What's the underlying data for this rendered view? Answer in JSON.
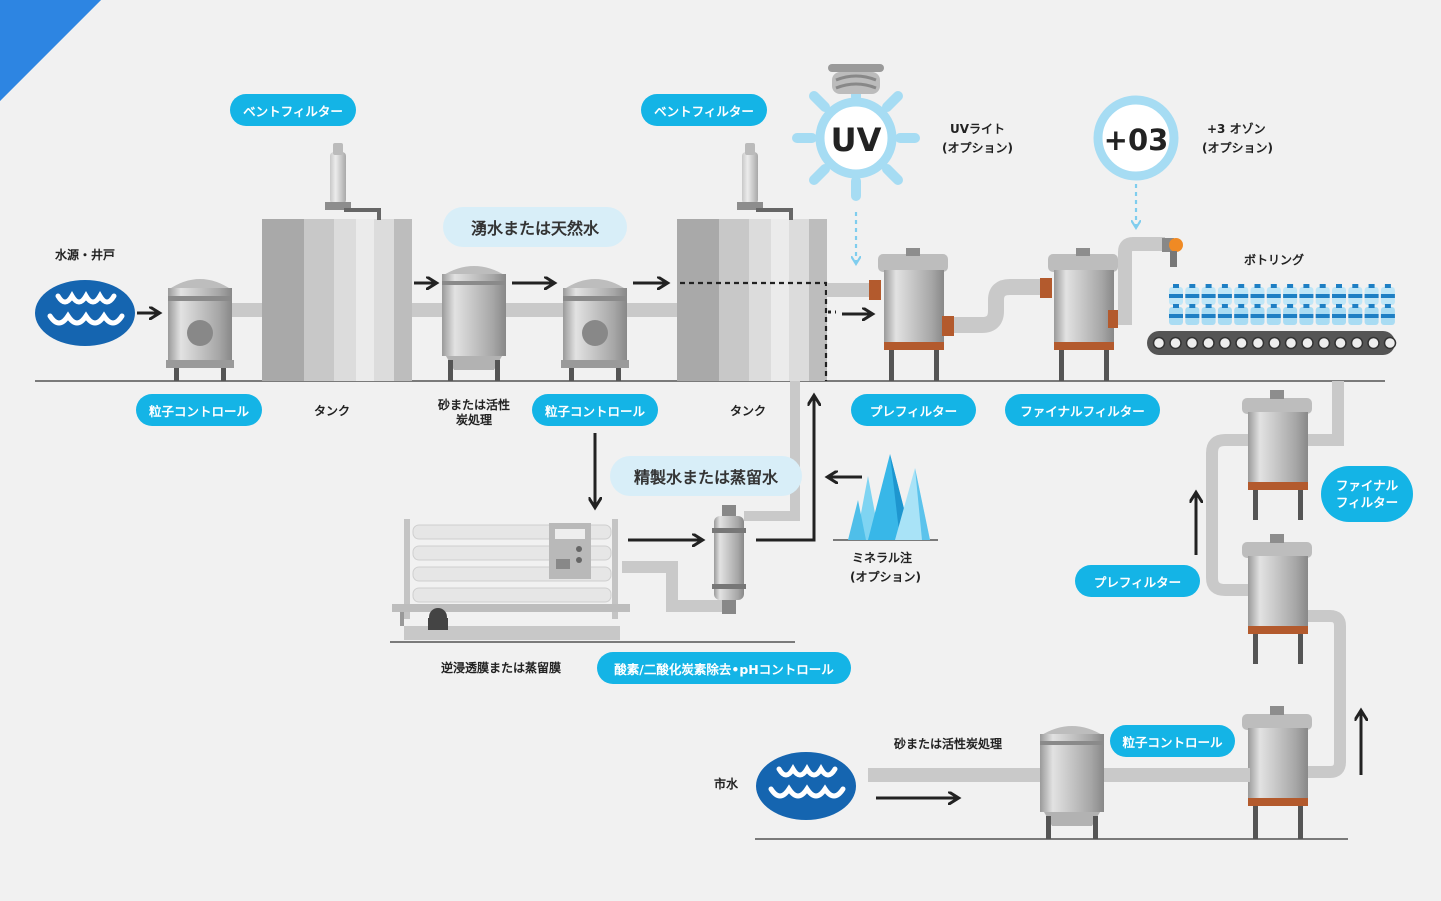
{
  "labels": {
    "vent_filter_1": "ベントフィルター",
    "vent_filter_2": "ベントフィルター",
    "spring_water": "湧水または天然水",
    "uv_symbol": "UV",
    "uv_light": "UVライト",
    "uv_option": "(オプション)",
    "ozone_symbol": "+03",
    "ozone": "+3 オゾン",
    "ozone_option": "(オプション)",
    "bottling": "ボトリング",
    "source_well": "水源・井戸",
    "particle_control_1": "粒子コントロール",
    "tank_1": "タンク",
    "sand_carbon_1a": "砂または活性",
    "sand_carbon_1b": "炭処理",
    "particle_control_2": "粒子コントロール",
    "tank_2": "タンク",
    "prefilter_1": "プレフィルター",
    "final_filter_1": "ファイナルフィルター",
    "purified_water": "精製水または蒸留水",
    "mineral_injection": "ミネラル注",
    "mineral_option": "(オプション)",
    "ro_membrane": "逆浸透膜または蒸留膜",
    "o2_co2_ph": "酸素/二酸化炭素除去•pHコントロール",
    "final_filter_2a": "ファイナル",
    "final_filter_2b": "フィルター",
    "prefilter_2": "プレフィルター",
    "sand_carbon_2": "砂または活性炭処理",
    "particle_control_3": "粒子コントロール",
    "city_water": "市水"
  },
  "colors": {
    "accent": "#14b4e6",
    "light_pill": "#d8eef8",
    "water_blue": "#1565b0",
    "rust": "#b35a2d",
    "uv_ray": "#a6dcf3",
    "orange": "#f08a24"
  }
}
